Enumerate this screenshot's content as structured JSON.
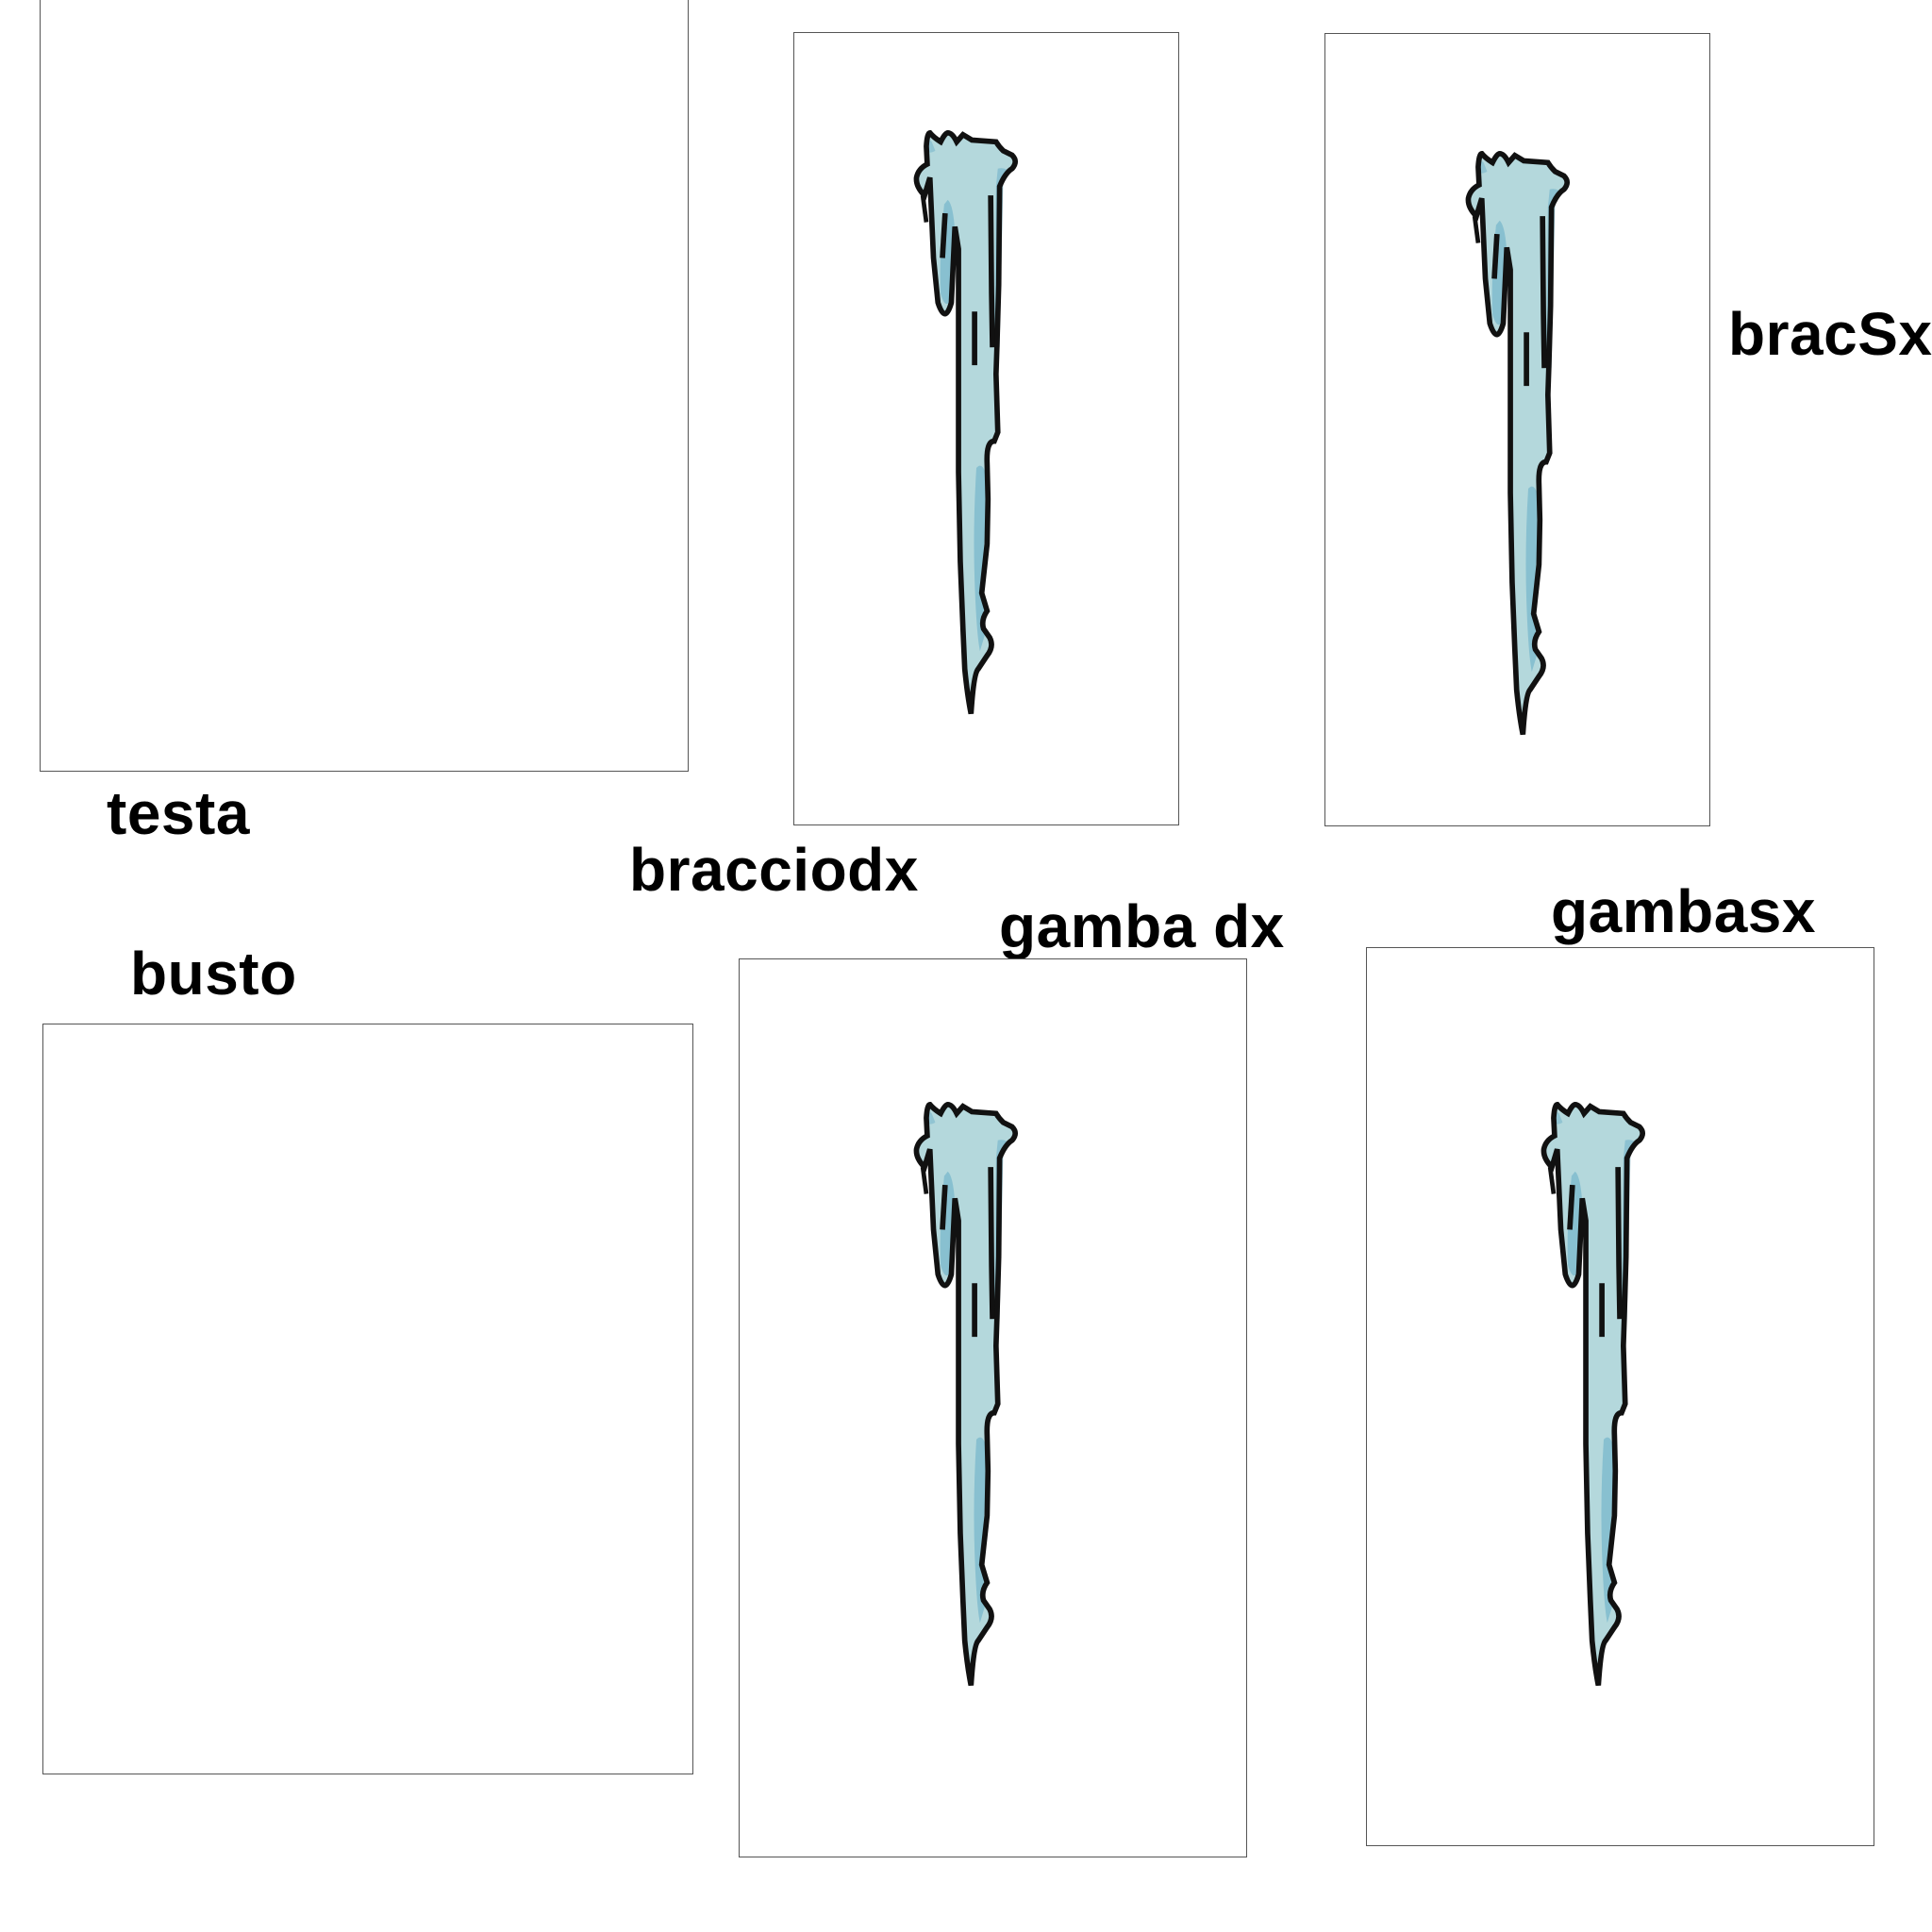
{
  "panels": [
    {
      "id": "testa",
      "label": "testa",
      "has_image": false
    },
    {
      "id": "bracciodx",
      "label": "bracciodx",
      "has_image": true,
      "image": "icicle-illustration"
    },
    {
      "id": "bracsx",
      "label": "bracSx",
      "has_image": true,
      "image": "icicle-illustration"
    },
    {
      "id": "busto",
      "label": "busto",
      "has_image": false
    },
    {
      "id": "gambadx",
      "label": "gamba dx",
      "has_image": true,
      "image": "icicle-illustration"
    },
    {
      "id": "gambasx",
      "label": "gambasx",
      "has_image": true,
      "image": "icicle-illustration"
    }
  ],
  "colors": {
    "icicle_fill": "#b4d8dc",
    "icicle_shade": "#7ab8cc",
    "outline": "#111111",
    "frame_border": "#555555"
  }
}
